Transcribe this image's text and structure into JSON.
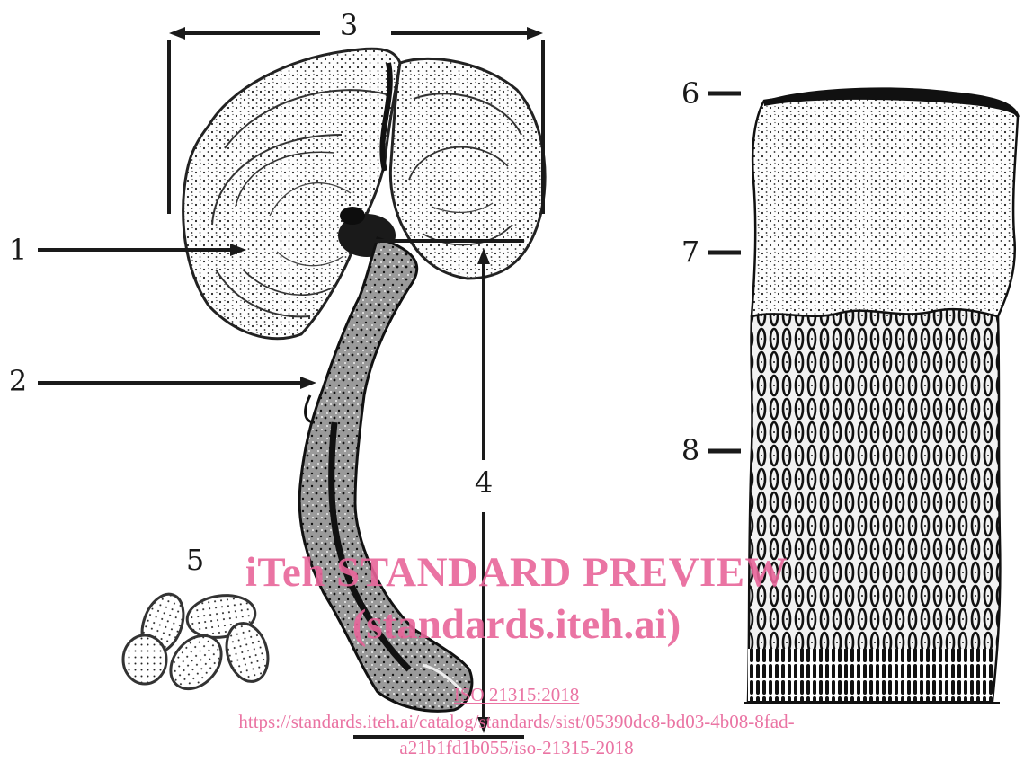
{
  "labels": {
    "l1": "1",
    "l2": "2",
    "l3": "3",
    "l4": "4",
    "l5": "5",
    "l6": "6",
    "l7": "7",
    "l8": "8"
  },
  "watermark": {
    "title": "iTeh STANDARD PREVIEW",
    "subtitle": "(standards.iteh.ai)",
    "iso": "ISO 21315:2018",
    "url_line1": "https://standards.iteh.ai/catalog/standards/sist/05390dc8-bd03-4b08-8fad-",
    "url_line2": "a21b1fd1b055/iso-21315-2018"
  },
  "colors": {
    "ink": "#1a1a1a",
    "watermark": "#e8659a"
  }
}
